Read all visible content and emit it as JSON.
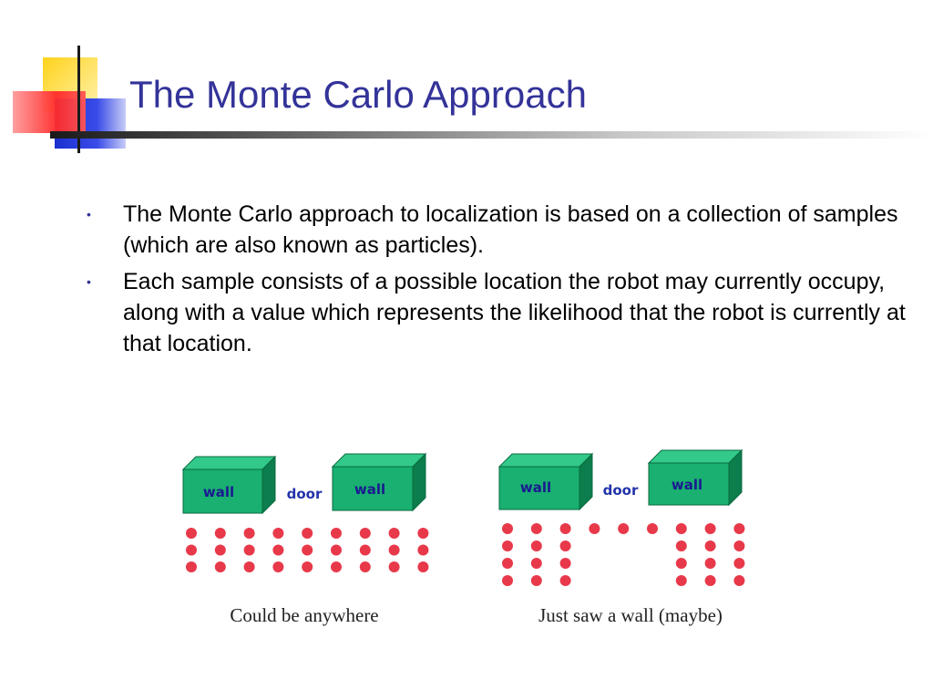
{
  "slide": {
    "title": "The Monte Carlo Approach",
    "bullets": [
      "The Monte Carlo approach to localization is based on a collection of samples (which are also known as particles).",
      "Each sample consists of a possible location the robot may currently occupy, along with a value which represents the likelihood that the robot is currently at that location."
    ]
  },
  "figure": {
    "colors": {
      "title": "#333399",
      "wall_front": "#19b071",
      "wall_top": "#33c98a",
      "wall_side": "#0c7d4d",
      "particle": "#e8394a",
      "door_text": "#2233aa"
    },
    "panels": [
      {
        "caption": "Could be anywhere",
        "wall_left_label": "wall",
        "door_label": "door",
        "wall_right_label": "wall",
        "particle_columns": [
          3,
          3,
          3,
          3,
          3,
          3,
          3,
          3,
          3
        ]
      },
      {
        "caption": "Just saw a wall (maybe)",
        "wall_left_label": "wall",
        "door_label": "door",
        "wall_right_label": "wall",
        "particle_columns": [
          4,
          4,
          4,
          1,
          1,
          1,
          4,
          4,
          4
        ]
      }
    ]
  }
}
